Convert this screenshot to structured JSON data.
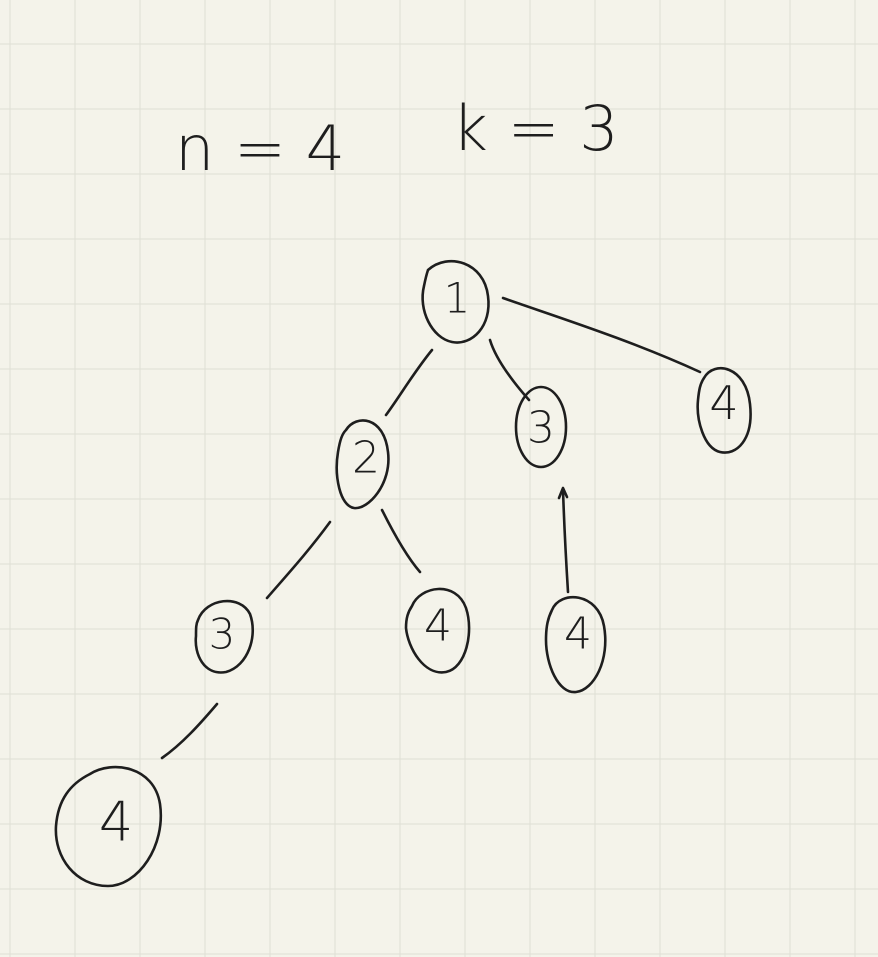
{
  "header": {
    "n_expression": "n = 4",
    "k_expression": "k = 3"
  },
  "tree": {
    "nodes": [
      {
        "id": "root",
        "label": "1"
      },
      {
        "id": "n2",
        "label": "2"
      },
      {
        "id": "n3a",
        "label": "3"
      },
      {
        "id": "n4a",
        "label": "4"
      },
      {
        "id": "n3b",
        "label": "3"
      },
      {
        "id": "n4b",
        "label": "4"
      },
      {
        "id": "n4c",
        "label": "4"
      },
      {
        "id": "n4d",
        "label": "4"
      }
    ],
    "edges": [
      {
        "from": "root",
        "to": "n2"
      },
      {
        "from": "root",
        "to": "n3a"
      },
      {
        "from": "root",
        "to": "n4a"
      },
      {
        "from": "n2",
        "to": "n3b"
      },
      {
        "from": "n2",
        "to": "n4b"
      },
      {
        "from": "n4c",
        "to": "n3a",
        "arrow": true
      },
      {
        "from": "n3b",
        "to": "n4d"
      }
    ]
  },
  "colors": {
    "paper": "#f4f3ea",
    "grid": "#dedfd4",
    "ink": "#1e1e1e"
  }
}
